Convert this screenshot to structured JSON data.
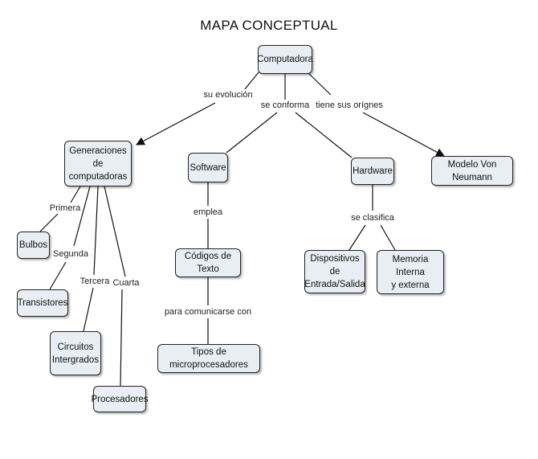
{
  "title": "MAPA CONCEPTUAL",
  "nodes": {
    "computadora": "Computadora",
    "generaciones": "Generaciones de\ncomputadoras",
    "software": "Software",
    "hardware": "Hardware",
    "von_neumann": "Modelo Von Neumann",
    "bulbos": "Bulbos",
    "transistores": "Transistores",
    "circuitos": "Circuitos\nIntergrados",
    "procesadores": "Procesadores",
    "codigos": "Códigos de Texto",
    "microprocesadores": "Tipos de microprocesadores",
    "dispositivos": "Dispositivos de\nEntrada/Salida",
    "memoria": "Memoria Interna\ny externa"
  },
  "links": {
    "su_evolucion": "su evolución",
    "se_conforma": "se conforma",
    "tiene_origenes": "tiene sus orígnes",
    "primera": "Primera",
    "segunda": "Segunda",
    "tercera": "Tercera",
    "cuarta": "Cuarta",
    "emplea": "emplea",
    "para_comunicarse": "para comunicarse con",
    "se_clasifica": "se clasifica"
  },
  "colors": {
    "node_fill": "#e8eef3",
    "stroke": "#111111"
  }
}
